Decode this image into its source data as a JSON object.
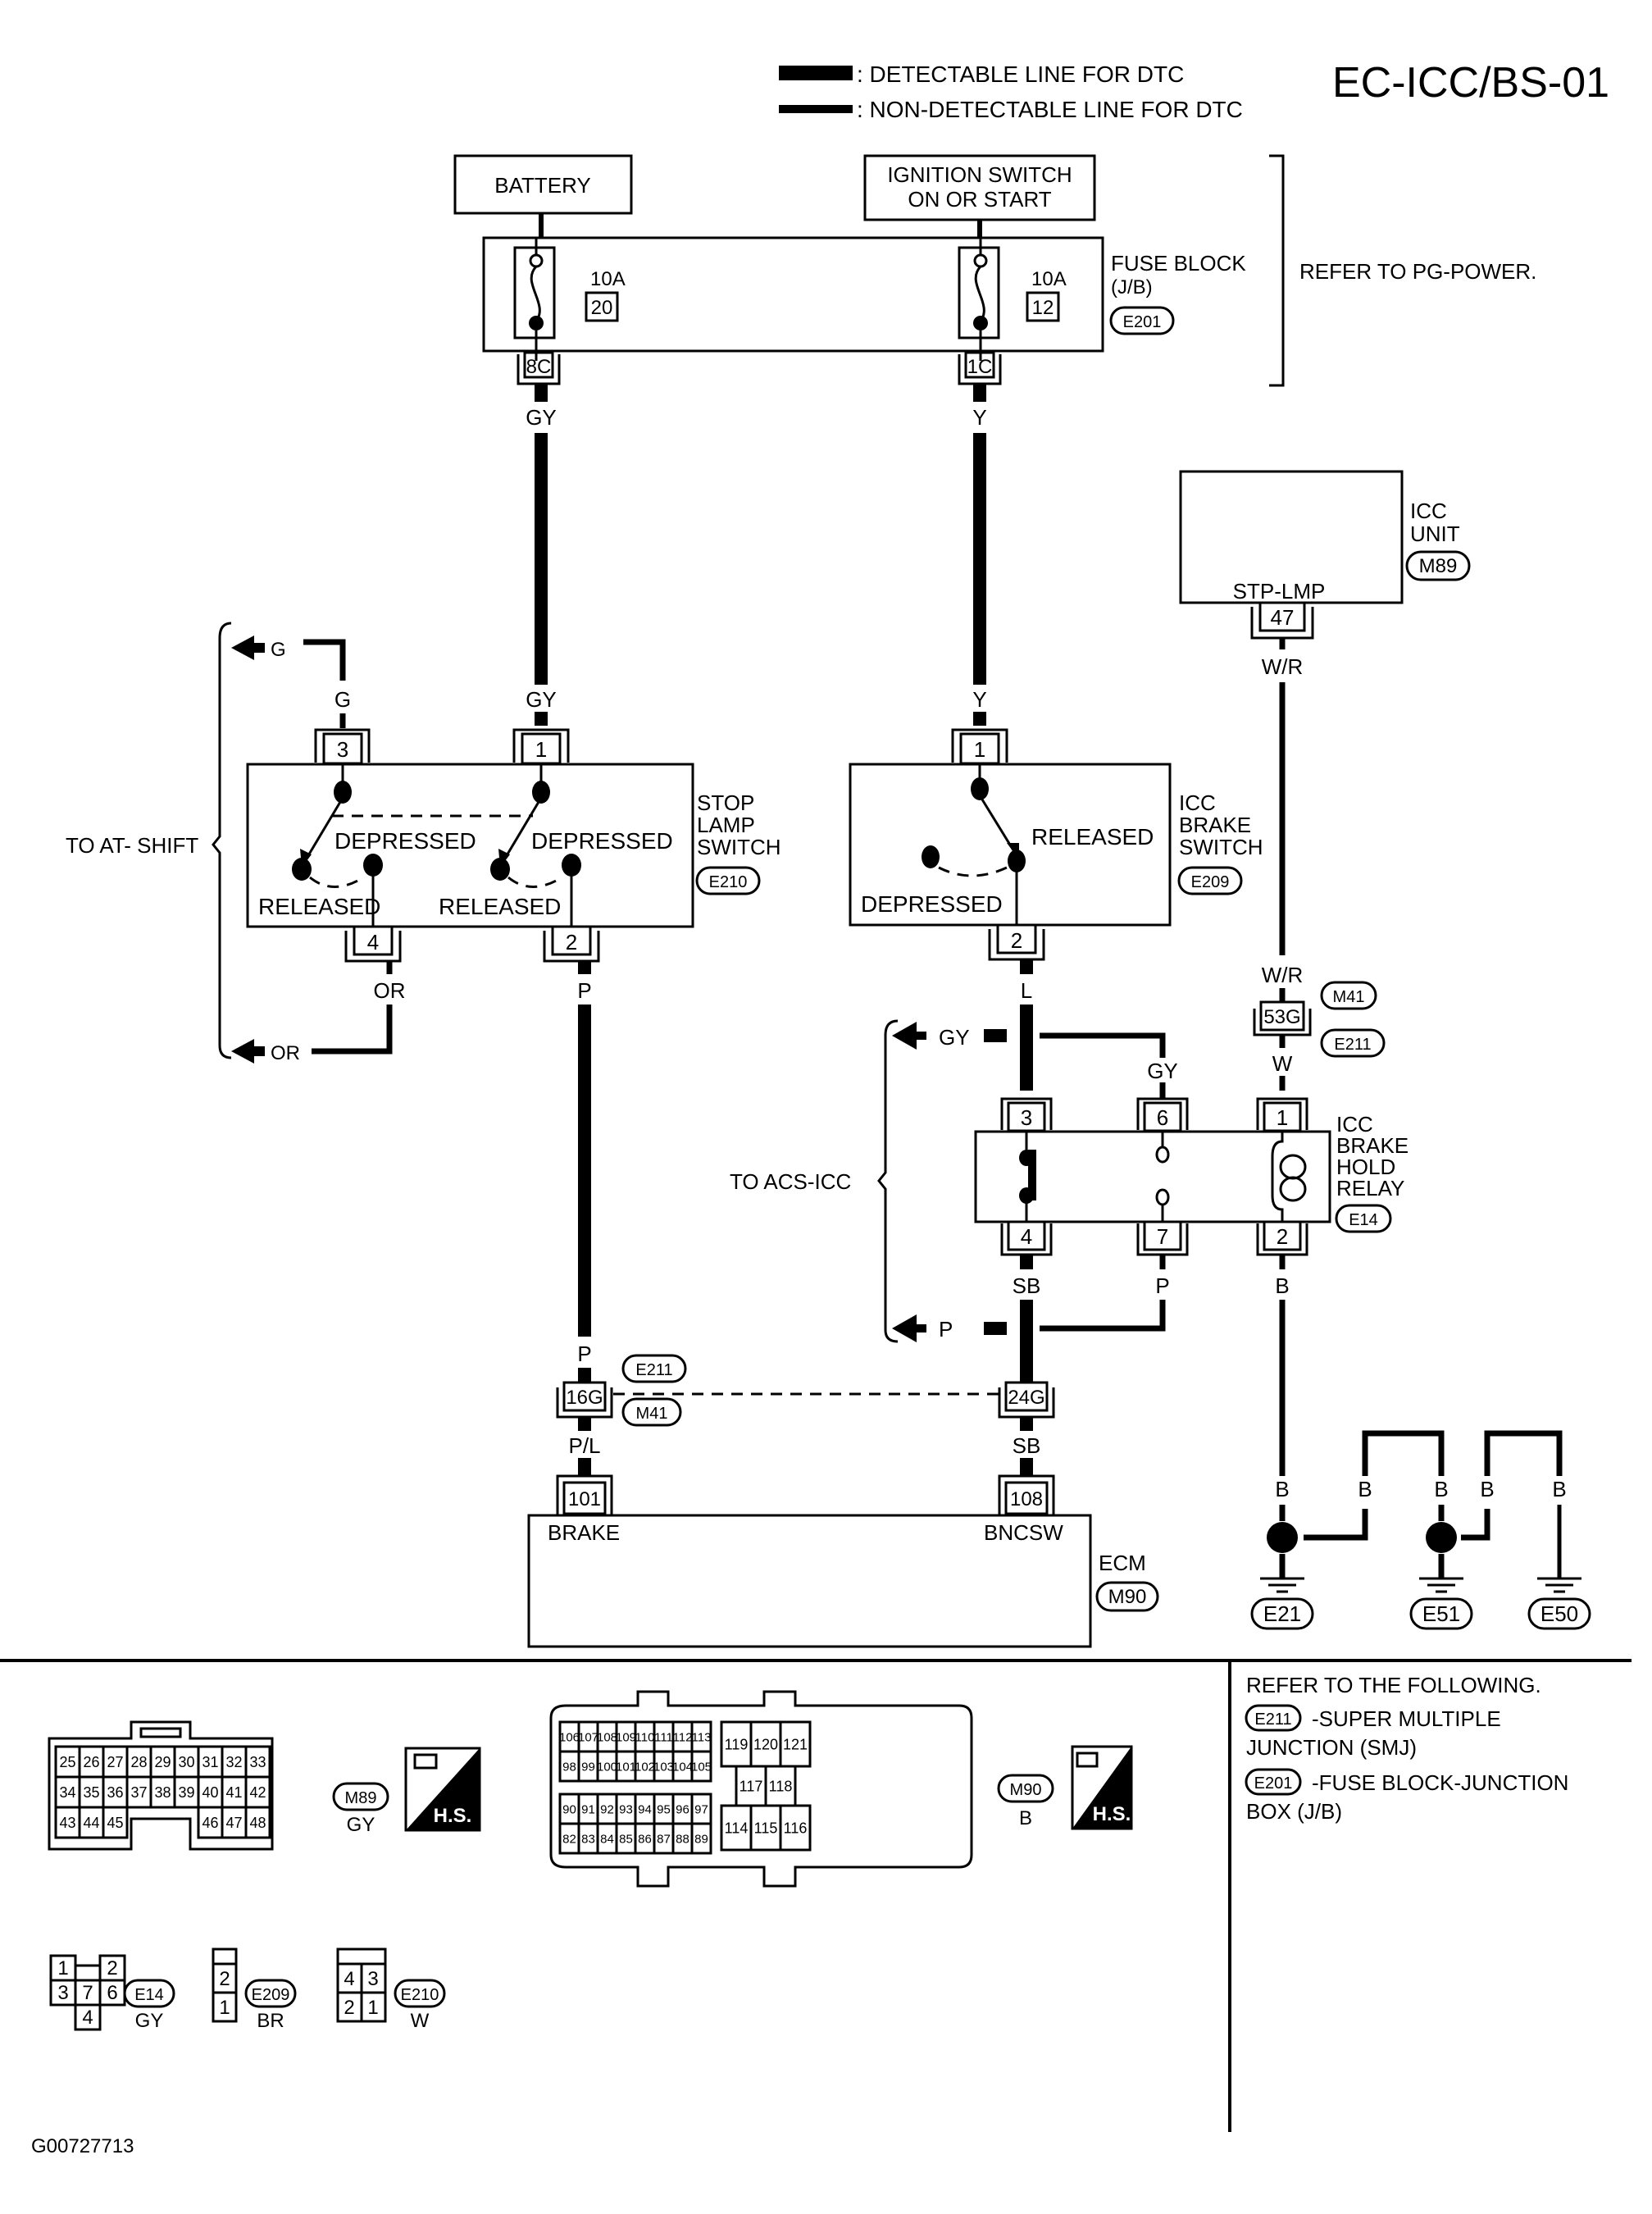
{
  "diagram_id": "EC-ICC/BS-01",
  "figure_code": "G00727713",
  "legend": {
    "detectable": ": DETECTABLE LINE FOR DTC",
    "non_detectable": ": NON-DETECTABLE LINE FOR DTC"
  },
  "power": {
    "battery": "BATTERY",
    "ignition_line1": "IGNITION SWITCH",
    "ignition_line2": "ON OR START",
    "refer_note": "REFER TO PG-POWER."
  },
  "fuse_block": {
    "label_line1": "FUSE BLOCK",
    "label_line2": "(J/B)",
    "connector": "E201",
    "fuses": [
      {
        "rating": "10A",
        "number": "20",
        "terminal": "8C",
        "wire": "GY"
      },
      {
        "rating": "10A",
        "number": "12",
        "terminal": "1C",
        "wire": "Y"
      }
    ]
  },
  "icc_unit": {
    "label_line1": "ICC",
    "label_line2": "UNIT",
    "connector": "M89",
    "pin_label": "STP-LMP",
    "terminal": "47",
    "wire": "W/R"
  },
  "stop_lamp_switch": {
    "label_line1": "STOP",
    "label_line2": "LAMP",
    "label_line3": "SWITCH",
    "connector": "E210",
    "terminals": {
      "t3": "3",
      "t1": "1",
      "t4": "4",
      "t2": "2"
    },
    "wires": {
      "t3": "G",
      "t1": "GY",
      "t4": "OR",
      "t2": "P"
    },
    "state_depressed": "DEPRESSED",
    "state_released": "RELEASED",
    "to_label": "TO AT- SHIFT",
    "arrow_top": "G",
    "arrow_bottom": "OR"
  },
  "icc_brake_switch": {
    "label_line1": "ICC",
    "label_line2": "BRAKE",
    "label_line3": "SWITCH",
    "connector": "E209",
    "terminals": {
      "t1": "1",
      "t2": "2"
    },
    "wires": {
      "t1": "Y",
      "t2": "L"
    },
    "state_released": "RELEASED",
    "state_depressed": "DEPRESSED"
  },
  "joint_53g": {
    "terminal": "53G",
    "connector_top": "M41",
    "connector_bottom": "E211",
    "wire_in": "W/R",
    "wire_out": "W"
  },
  "relay": {
    "label_line1": "ICC",
    "label_line2": "BRAKE",
    "label_line3": "HOLD",
    "label_line4": "RELAY",
    "connector": "E14",
    "terminals": {
      "t3": "3",
      "t6": "6",
      "t1": "1",
      "t4": "4",
      "t7": "7",
      "t2": "2"
    },
    "wires": {
      "t6": "GY",
      "t1": "W",
      "t4": "SB",
      "t7": "P",
      "t2": "B"
    },
    "to_label": "TO ACS-ICC",
    "arrow_top": "GY",
    "arrow_bottom": "P"
  },
  "joints": {
    "left_terminal": "16G",
    "right_terminal": "24G",
    "connector_top": "E211",
    "connector_bottom": "M41",
    "wire_in_left": "P",
    "wire_out_left": "P/L",
    "wire_out_right": "SB"
  },
  "ecm": {
    "label": "ECM",
    "connector": "M90",
    "pins": [
      {
        "terminal": "101",
        "name": "BRAKE"
      },
      {
        "terminal": "108",
        "name": "BNCSW"
      }
    ]
  },
  "grounds": {
    "wire": "B",
    "points": [
      "E21",
      "E51",
      "E50"
    ]
  },
  "connectors": {
    "m89": {
      "id": "M89",
      "color": "GY",
      "badge": "H.S.",
      "rows": [
        [
          "25",
          "26",
          "27",
          "28",
          "29",
          "30",
          "31",
          "32",
          "33"
        ],
        [
          "34",
          "35",
          "36",
          "37",
          "38",
          "39",
          "40",
          "41",
          "42"
        ],
        [
          "43",
          "44",
          "45",
          "",
          "",
          "",
          "46",
          "47",
          "48"
        ]
      ]
    },
    "m90": {
      "id": "M90",
      "color": "B",
      "badge": "H.S.",
      "left_top": [
        [
          "106",
          "107",
          "108",
          "109",
          "110",
          "111",
          "112",
          "113"
        ],
        [
          "98",
          "99",
          "100",
          "101",
          "102",
          "103",
          "104",
          "105"
        ]
      ],
      "left_bottom": [
        [
          "90",
          "91",
          "92",
          "93",
          "94",
          "95",
          "96",
          "97"
        ],
        [
          "82",
          "83",
          "84",
          "85",
          "86",
          "87",
          "88",
          "89"
        ]
      ],
      "right_top": [
        "119",
        "120",
        "121"
      ],
      "right_mid": [
        "117",
        "118"
      ],
      "right_bottom": [
        "114",
        "115",
        "116"
      ]
    },
    "e14": {
      "id": "E14",
      "color": "GY",
      "pins": [
        "1",
        "2",
        "3",
        "7",
        "6",
        "4"
      ]
    },
    "e209": {
      "id": "E209",
      "color": "BR",
      "pins": [
        "2",
        "1"
      ]
    },
    "e210": {
      "id": "E210",
      "color": "W",
      "pins": [
        "4",
        "3",
        "2",
        "1"
      ]
    }
  },
  "references": {
    "heading": "REFER TO THE FOLLOWING.",
    "items": [
      {
        "connector": "E211",
        "line1": "-SUPER MULTIPLE",
        "line2": "JUNCTION (SMJ)"
      },
      {
        "connector": "E201",
        "line1": "-FUSE BLOCK-JUNCTION",
        "line2": "BOX (J/B)"
      }
    ]
  }
}
